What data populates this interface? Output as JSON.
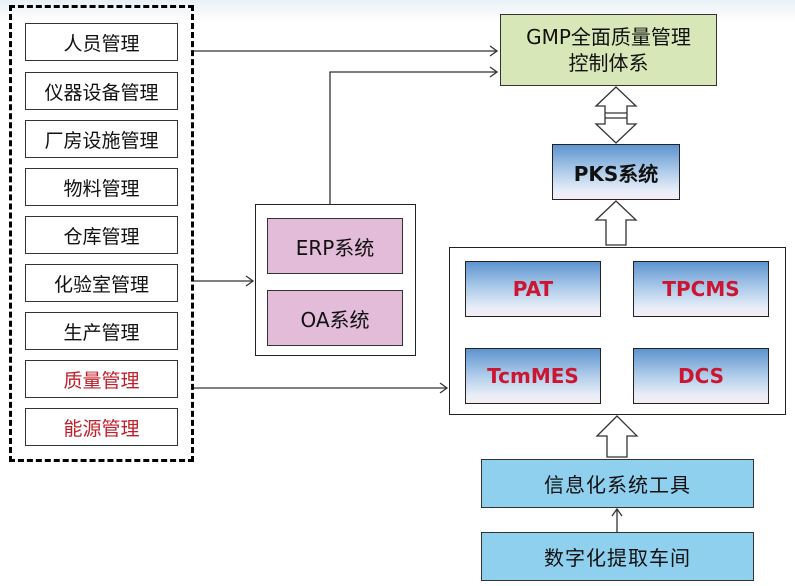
{
  "modules": [
    {
      "label": "人员管理",
      "color": "black"
    },
    {
      "label": "仪器设备管理",
      "color": "black"
    },
    {
      "label": "厂房设施管理",
      "color": "black"
    },
    {
      "label": "物料管理",
      "color": "black"
    },
    {
      "label": "仓库管理",
      "color": "black"
    },
    {
      "label": "化验室管理",
      "color": "black"
    },
    {
      "label": "生产管理",
      "color": "black"
    },
    {
      "label": "质量管理",
      "color": "red"
    },
    {
      "label": "能源管理",
      "color": "red"
    }
  ],
  "gmp": {
    "line1": "GMP全面质量管理",
    "line2": "控制体系"
  },
  "pks": {
    "label": "PKS系统"
  },
  "office_systems": {
    "erp": "ERP系统",
    "oa": "OA系统"
  },
  "core_systems": {
    "pat": "PAT",
    "tpcms": "TPCMS",
    "tcmmes": "TcmMES",
    "dcs": "DCS"
  },
  "tools": {
    "info_tools": "信息化系统工具",
    "workshop": "数字化提取车间"
  },
  "colors": {
    "gmp_fill": "#d7e7b8",
    "pink_fill": "#e2bcd9",
    "tool_fill": "#8fd0ef",
    "system_text_red": "#cc1530",
    "module_text_red": "#c0202a"
  }
}
